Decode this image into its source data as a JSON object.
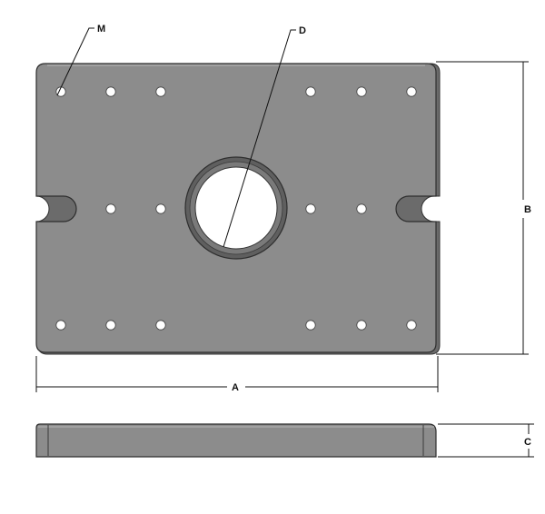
{
  "labels": {
    "mounting_hole": "M",
    "center_bore": "D",
    "width": "A",
    "depth": "B",
    "thickness": "C"
  },
  "colors": {
    "plate_fill": "#8c8c8c",
    "plate_edge": "#6b6b6b",
    "plate_highlight": "#a3a3a3",
    "bore_ring": "#5f5f5f",
    "line": "#111111",
    "background": "#ffffff"
  },
  "plate": {
    "hole_grid": {
      "top_row": 6,
      "middle_row": 4,
      "bottom_row": 6,
      "slots": 2,
      "center_bore": 1
    }
  }
}
